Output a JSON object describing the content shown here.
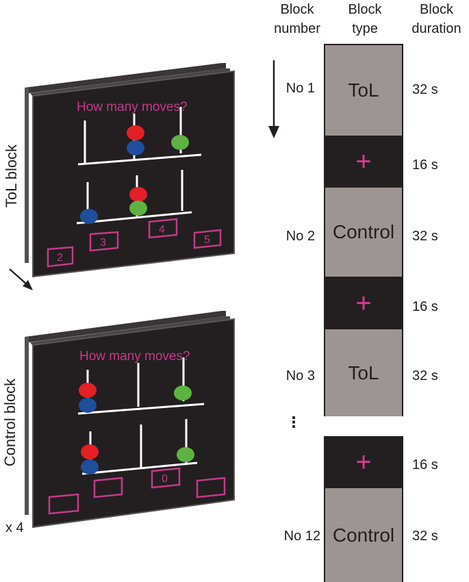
{
  "headers": {
    "block_number": [
      "Block",
      "number"
    ],
    "block_type": [
      "Block",
      "type"
    ],
    "block_duration": [
      "Block",
      "duration"
    ]
  },
  "side_labels": {
    "tol": "ToL block",
    "control": "Control block",
    "repeat": "x 4"
  },
  "stimuli": {
    "question": "How many moves?",
    "tol_answers": [
      "2",
      "3",
      "4",
      "5"
    ],
    "control_answers": [
      "",
      "",
      "0",
      ""
    ]
  },
  "timeline": [
    {
      "number": "No 1",
      "type": "ToL",
      "duration": "32 s",
      "kind": "task"
    },
    {
      "number": "",
      "type": "+",
      "duration": "16 s",
      "kind": "fixation"
    },
    {
      "number": "No 2",
      "type": "Control",
      "duration": "32 s",
      "kind": "task"
    },
    {
      "number": "",
      "type": "+",
      "duration": "16 s",
      "kind": "fixation"
    },
    {
      "number": "No 3",
      "type": "ToL",
      "duration": "32 s",
      "kind": "task"
    },
    {
      "number": "",
      "type": "+",
      "duration": "16 s",
      "kind": "fixation"
    },
    {
      "number": "No 12",
      "type": "Control",
      "duration": "32 s",
      "kind": "task"
    }
  ],
  "ellipsis": "⋮",
  "colors": {
    "gray_block": "#9d9594",
    "dark": "#231f20",
    "magenta": "#c5398a",
    "ball_red": "#e32026",
    "ball_blue": "#1f4e9c",
    "ball_green": "#5db342"
  }
}
